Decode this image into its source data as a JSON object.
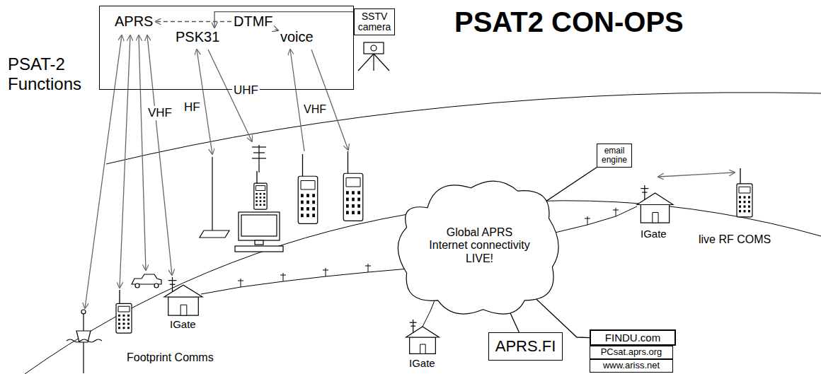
{
  "diagram": {
    "title": "PSAT2 CON-OPS",
    "nodes": [
      {
        "text": [
          "PSAT-2 Functions"
        ]
      },
      {
        "text": [
          "APRS"
        ],
        "in": 0
      },
      {
        "text": [
          "PSK31"
        ],
        "in": 0
      },
      {
        "text": [
          "DTMF"
        ],
        "in": 0
      },
      {
        "text": [
          "voice"
        ],
        "in": 0
      },
      {
        "text": [
          "SSTV camera"
        ]
      },
      {
        "text": [
          "email engine"
        ]
      },
      {
        "text": [
          "Global APRS Internet connectivity LIVE!"
        ]
      },
      {
        "text": [
          "APRS.FI"
        ]
      },
      {
        "text": [
          "FINDU.com"
        ]
      },
      {
        "text": [
          "PCsat.aprs.org"
        ]
      },
      {
        "text": [
          "www.ariss.net"
        ]
      }
    ],
    "edges": [
      {
        "from": 3,
        "to": 1,
        "arrow": "to"
      },
      {
        "from": 5,
        "to": 2,
        "arrow": "to"
      },
      {
        "from": 3,
        "to": 4,
        "arrow": "to"
      },
      {
        "from": 7,
        "to": 6,
        "arrow": "none"
      },
      {
        "from": 7,
        "to": 8,
        "arrow": "none"
      },
      {
        "from": 7,
        "to": 9,
        "arrow": "none"
      }
    ],
    "labels": [
      "VHF",
      "UHF",
      "HF",
      "VHF",
      "IGate",
      "Footprint Comms",
      "IGate",
      "IGate",
      "live RF COMS"
    ]
  }
}
